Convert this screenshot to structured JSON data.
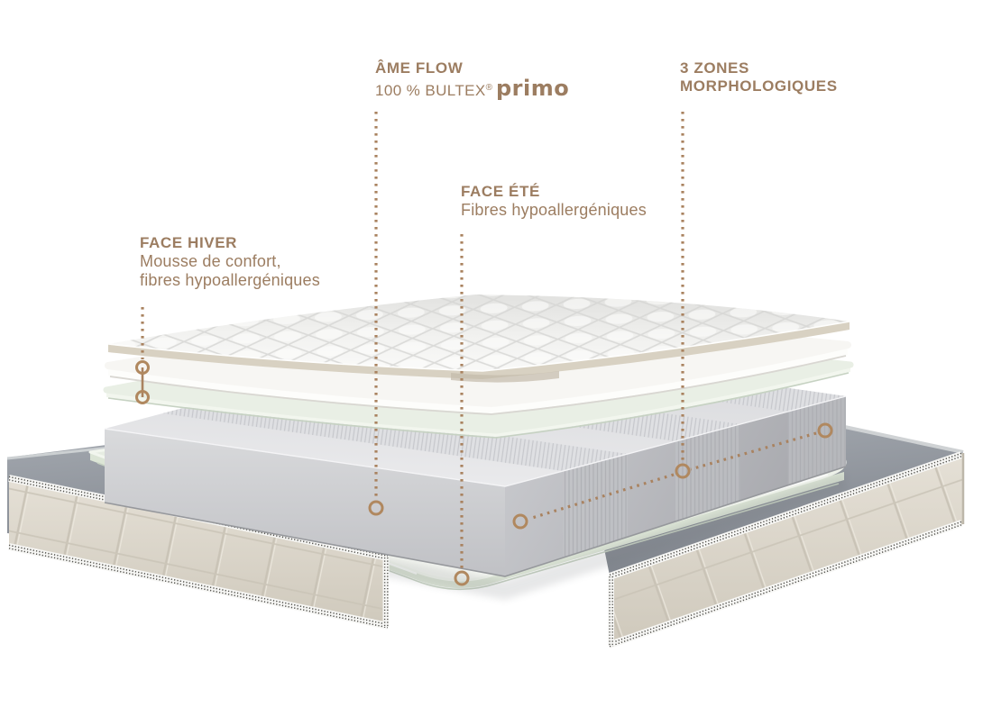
{
  "page": {
    "background": "#ffffff"
  },
  "palette": {
    "label_text": "#9c7d61",
    "leader_dots": "#a9825f",
    "marker_ring": "#b0885f",
    "quilt_white": "#f4f4f2",
    "quilt_underside": "#d8d1c2",
    "foam_white": "#f7f6f3",
    "fiber_mint": "#e9efe5",
    "core_gray": "#c6c7cb",
    "base_gray": "#8b9098",
    "border_fabric": "#ded9ce"
  },
  "labels": {
    "ame_flow": {
      "title": "ÂME FLOW",
      "subtitle": "100 % BULTEX",
      "registered": "®",
      "brand": "primo"
    },
    "zones": {
      "line1": "3 ZONES",
      "line2": "MORPHOLOGIQUES"
    },
    "face_ete": {
      "title": "FACE ÉTÉ",
      "subtitle": "Fibres hypoallergéniques"
    },
    "face_hiver": {
      "title": "FACE HIVER",
      "subtitle_line1": "Mousse de confort,",
      "subtitle_line2": "fibres hypoallergéniques"
    }
  }
}
